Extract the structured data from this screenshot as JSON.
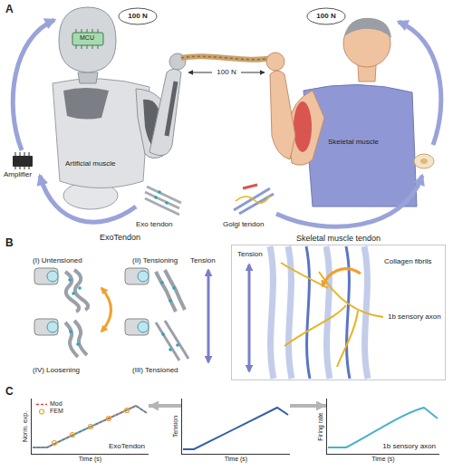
{
  "diagram": {
    "nodes": [
      {
        "text": [
          "100 N"
        ]
      },
      {
        "text": [
          "100 N"
        ]
      },
      {
        "text": [
          "ExoTendon"
        ]
      },
      {
        "text": [
          "Skeletal muscle tendon"
        ]
      },
      {
        "text": [
          "Norm. exp.",
          "Time (s)",
          "ExoTendon"
        ]
      },
      {
        "text": [
          "Tension",
          "Time (s)"
        ]
      },
      {
        "text": [
          "Firing rate",
          "Time (s)",
          "1b sensory axon"
        ]
      }
    ],
    "edges": [
      {
        "from": 5,
        "to": 4,
        "arrow": "to"
      },
      {
        "from": 5,
        "to": 6,
        "arrow": "to"
      }
    ],
    "labels": [
      "A",
      "B",
      "C",
      "MCU",
      "Artificial muscle",
      "Amplifier",
      "100 N",
      "Skeletal muscle",
      "Exo tendon",
      "Golgi tendon",
      "(I) Untensioned",
      "(II) Tensioning",
      "(IV) Loosening",
      "(III) Tensioned",
      "Tension",
      "Tension",
      "Collagen fibrils",
      "1b sensory axon"
    ],
    "legend": [
      {
        "text": "Mod"
      },
      {
        "text": "FEM"
      }
    ]
  }
}
